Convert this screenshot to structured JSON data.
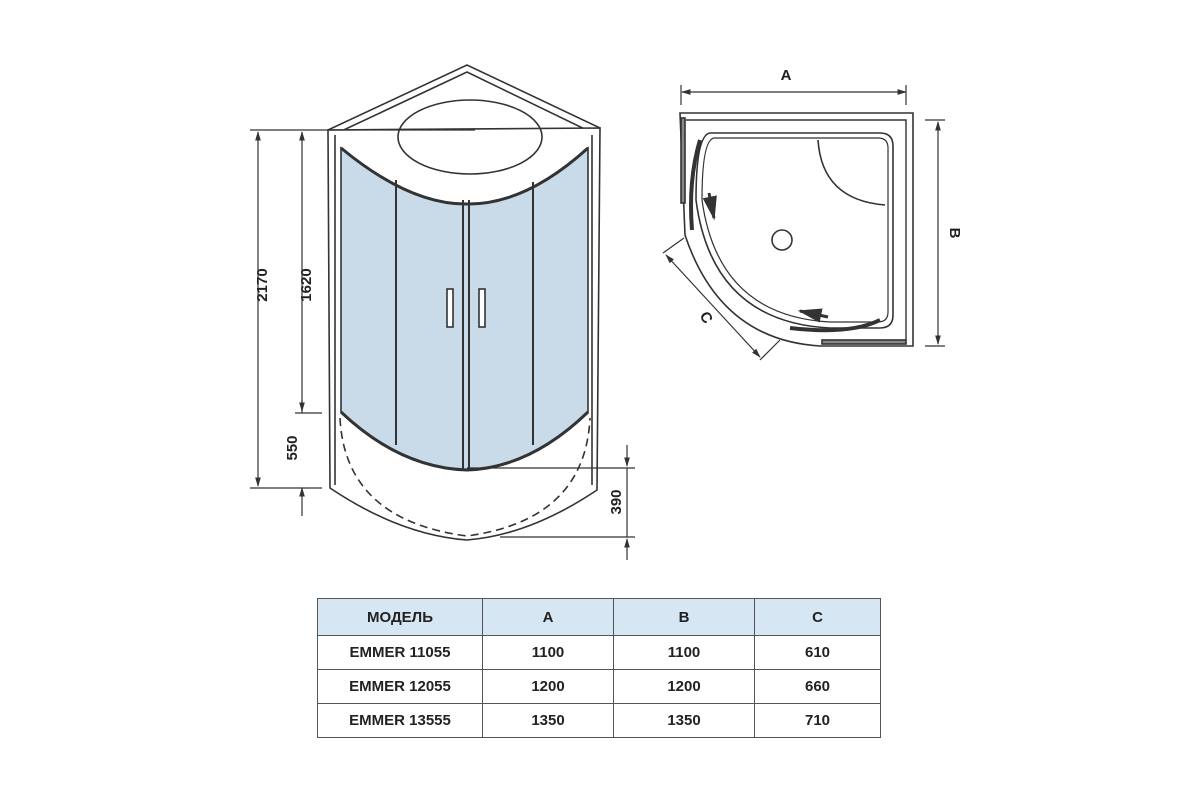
{
  "front_view": {
    "dimensions": {
      "total_height": "2170",
      "glass_height": "1620",
      "tray_height": "550",
      "tray_depth": "390"
    }
  },
  "plan_view": {
    "labels": {
      "a": "A",
      "b": "B",
      "c": "C"
    }
  },
  "colors": {
    "glass": "#c9dbe8",
    "line": "#333333",
    "table_header": "#d6e6f3"
  },
  "table": {
    "headers": [
      "МОДЕЛЬ",
      "A",
      "B",
      "C"
    ],
    "rows": [
      [
        "EMMER 11055",
        "1100",
        "1100",
        "610"
      ],
      [
        "EMMER 12055",
        "1200",
        "1200",
        "660"
      ],
      [
        "EMMER 13555",
        "1350",
        "1350",
        "710"
      ]
    ]
  }
}
